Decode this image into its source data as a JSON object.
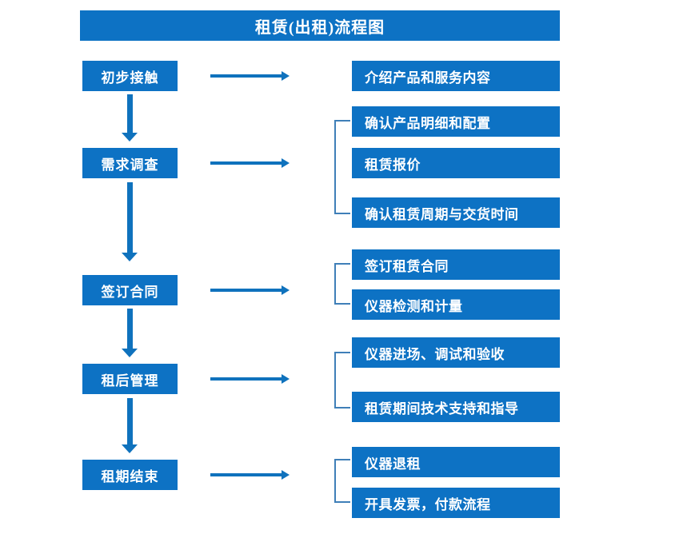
{
  "title": "租赁(出租)流程图",
  "colors": {
    "box_fill": "#0d72c4",
    "box_text": "#ffffff",
    "arrow": "#0f72bd",
    "bracket": "#3f7fb8",
    "background": "#ffffff"
  },
  "stages": [
    {
      "label": "初步接触"
    },
    {
      "label": "需求调查"
    },
    {
      "label": "签订合同"
    },
    {
      "label": "租后管理"
    },
    {
      "label": "租期结束"
    }
  ],
  "details": [
    {
      "label": "介绍产品和服务内容"
    },
    {
      "label": "确认产品明细和配置"
    },
    {
      "label": "租赁报价"
    },
    {
      "label": "确认租赁周期与交货时间"
    },
    {
      "label": "签订租赁合同"
    },
    {
      "label": "仪器检测和计量"
    },
    {
      "label": "仪器进场、调试和验收"
    },
    {
      "label": "租赁期间技术支持和指导"
    },
    {
      "label": "仪器退租"
    },
    {
      "label": "开具发票，付款流程"
    }
  ],
  "groups": [
    {
      "stage": "需求调查",
      "members": [
        "确认产品明细和配置",
        "租赁报价",
        "确认租赁周期与交货时间"
      ]
    },
    {
      "stage": "签订合同",
      "members": [
        "签订租赁合同",
        "仪器检测和计量"
      ]
    },
    {
      "stage": "租后管理",
      "members": [
        "仪器进场、调试和验收",
        "租赁期间技术支持和指导"
      ]
    },
    {
      "stage": "租期结束",
      "members": [
        "仪器退租",
        "开具发票，付款流程"
      ]
    }
  ]
}
